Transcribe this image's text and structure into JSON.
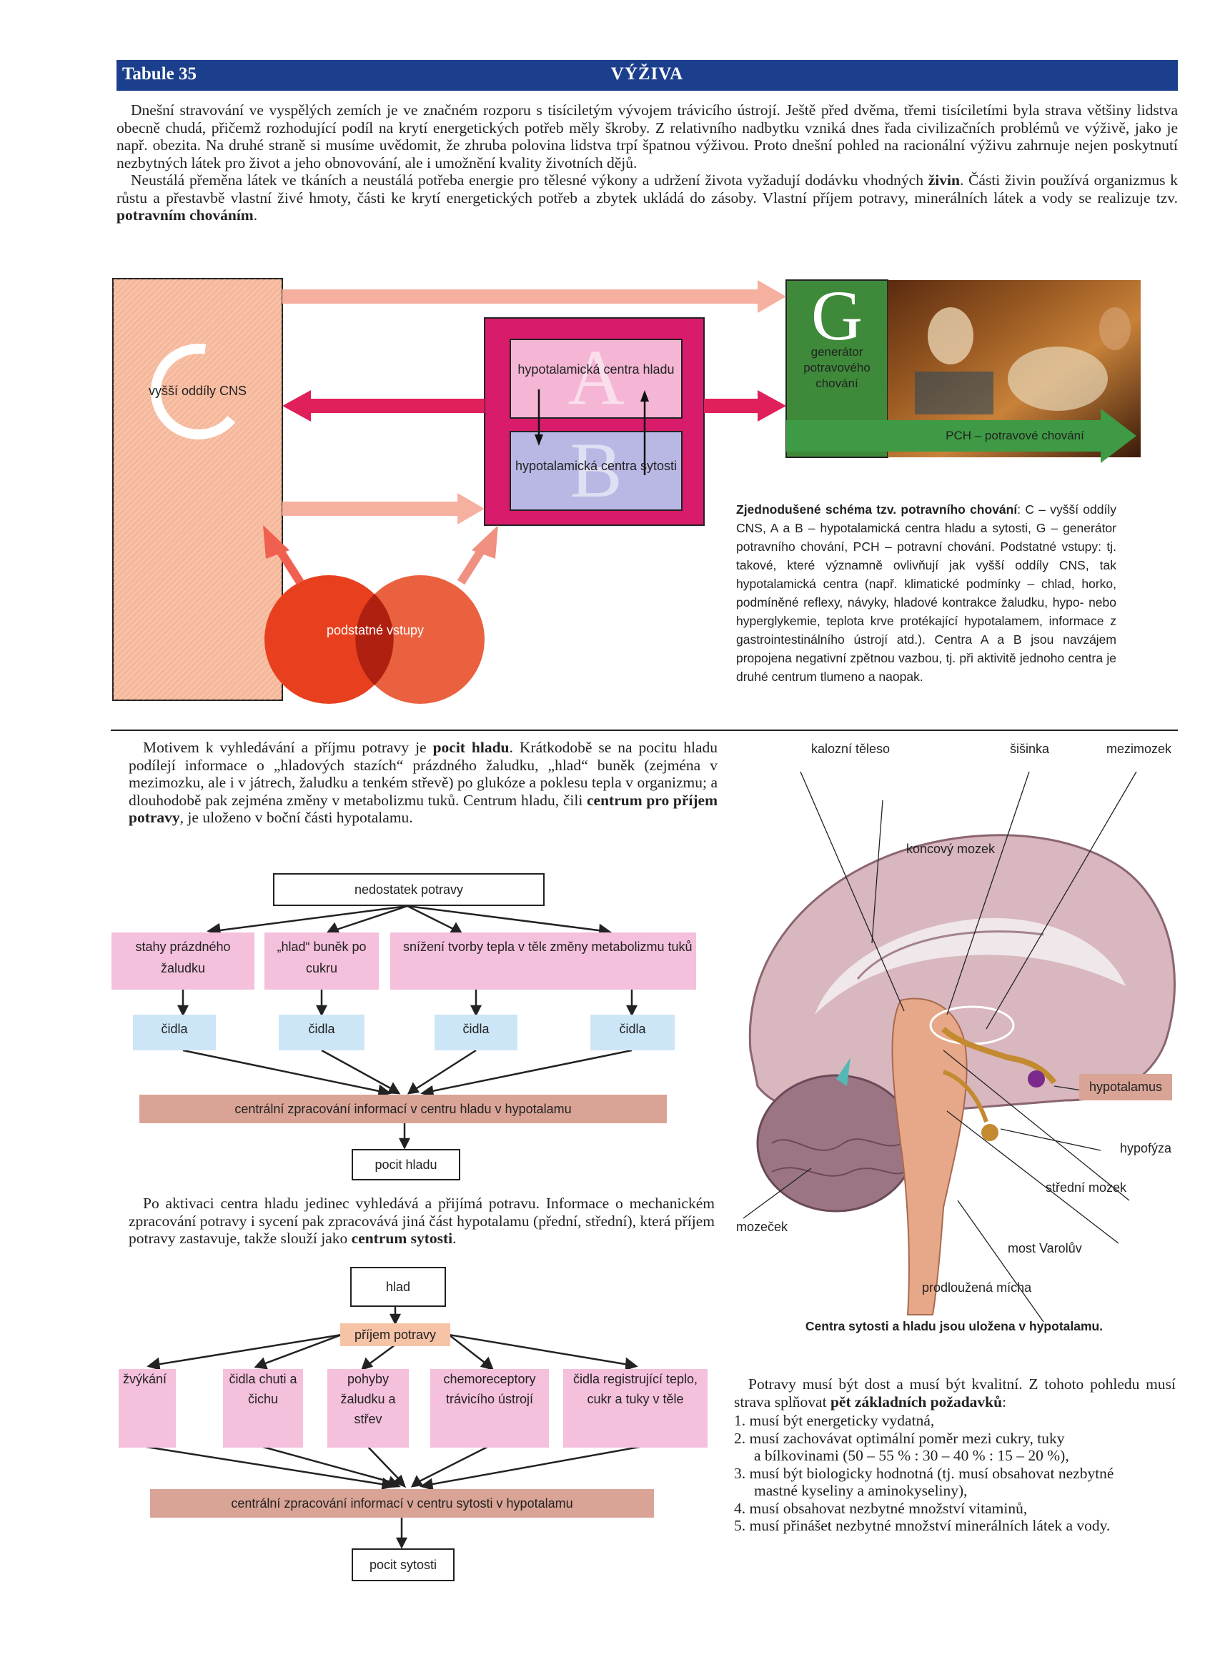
{
  "header": {
    "tab": "Tabule 35",
    "title": "VÝŽIVA"
  },
  "intro": {
    "p1": "Dnešní stravování ve vyspělých zemích je ve značném rozporu s tisíciletým vývojem trávicího ústrojí. Ještě před dvěma, třemi tisíciletími byla strava většiny lidstva obecně chudá, přičemž rozhodující podíl na krytí energetických potřeb měly škroby. Z relativního nadbytku vzniká dnes řada civilizačních problémů ve výživě, jako je např. obezita. Na druhé straně si musíme uvědomit, že zhruba polovina lidstva trpí špatnou výživou. Proto dnešní pohled na racionální výživu zahrnuje nejen poskytnutí nezbytných látek pro život a jeho obnovování, ale i umožnění kvality životních dějů.",
    "p2a": "Neustálá přeměna látek ve tkáních a neustálá potřeba energie pro tělesné výkony a udržení života vyžadují dodávku vhodných ",
    "p2b": "živin",
    "p2c": ". Části živin používá organizmus k růstu a přestavbě vlastní živé hmoty, části ke krytí energetických potřeb a zbytek ukládá do zásoby. Vlastní příjem potravy, minerálních látek a vody se realizuje tzv. ",
    "p2d": "potravním chováním",
    "p2e": "."
  },
  "schema": {
    "c_letter": "C",
    "c_label": "vyšší oddíly CNS",
    "a_letter": "A",
    "a_label": "hypotalamická centra hladu",
    "b_letter": "B",
    "b_label": "hypotalamická centra sytosti",
    "g_letter": "G",
    "g_label": "generátor potravového chování",
    "pch_label": "PCH – potravové chování",
    "inputs_label": "podstatné vstupy",
    "caption_bold": "Zjednodušené schéma tzv. potravního chování",
    "caption_rest": ": C – vyšší oddíly CNS, A a B – hypotalamická centra hladu a sytosti, G – generátor potravního chování, PCH – potravní chování. Podstatné vstupy: tj. takové, které významně ovlivňují jak vyšší oddíly CNS, tak hypotalamická centra (např. klimatické podmínky – chlad, horko, podmíněné reflexy, návyky, hladové kontrakce žaludku, hypo- nebo hyperglykemie, teplota krve protékající hypotalamem, informace z gastrointestinálního ústrojí atd.). Centra A a B jsou navzájem propojena negativní zpětnou vazbou, tj. při aktivitě jednoho centra je druhé centrum tlumeno a naopak."
  },
  "hunger_text": {
    "a": "Motivem k vyhledávání a příjmu potravy je ",
    "b": "pocit hladu",
    "c": ". Krátkodobě se na pocitu hladu podílejí informace o „hladových stazích“ prázdného žaludku, „hlad“ buněk (zejména v mezimozku, ale i v játrech, žaludku a tenkém střevě) po glukóze a poklesu tepla v organizmu; a dlouhodobě pak zejména změny v metabolizmu tuků. Centrum hladu, čili ",
    "d": "centrum pro příjem potravy",
    "e": ", je uloženo v boční části hypotalamu."
  },
  "hunger_flow": {
    "top": "nedostatek potravy",
    "causes": [
      "stahy prázdného žaludku",
      "„hlad“ buněk po cukru",
      "snížení tvorby tepla v těle",
      "změny metabolizmu tuků"
    ],
    "sensor": "čidla",
    "center": "centrální zpracování informací v centru hladu v hypotalamu",
    "result": "pocit hladu"
  },
  "satiety_text": {
    "a": "Po aktivaci centra hladu jedinec vyhledává a přijímá potravu. Informace o mechanickém zpracování potravy i sycení pak zpracovává jiná část hypotalamu (přední, střední), která příjem potravy zastavuje, takže slouží jako ",
    "b": "centrum sytosti",
    "c": "."
  },
  "satiety_flow": {
    "top": "hlad",
    "mid": "příjem potravy",
    "items": [
      "žvýkání",
      "čidla chuti a čichu",
      "pohyby žaludku a střev",
      "chemoreceptory trávicího ústrojí",
      "čidla registrující teplo, cukr a tuky v těle"
    ],
    "center": "centrální zpracování informací v centru sytosti v hypotalamu",
    "result": "pocit sytosti"
  },
  "brain": {
    "labels": {
      "corpus": "kalozní těleso",
      "pineal": "šišinka",
      "diencephalon": "mezimozek",
      "telencephalon": "koncový mozek",
      "hypothalamus": "hypotalamus",
      "pituitary": "hypofýza",
      "midbrain": "střední mozek",
      "cerebellum": "mozeček",
      "pons": "most Varolův",
      "medulla": "prodloužená mícha"
    },
    "caption": "Centra sytosti a hladu jsou uložena v hypotalamu."
  },
  "requirements": {
    "intro_a": "Potravy musí být dost a musí být kvalitní. Z tohoto pohledu musí strava splňovat ",
    "intro_b": "pět základních požadavků",
    "intro_c": ":",
    "items": [
      "1. musí být energeticky vydatná,",
      "2. musí zachovávat optimální poměr mezi cukry, tuky",
      "a bílkovinami (50 – 55 % : 30 – 40 % : 15 – 20 %),",
      "3. musí být biologicky hodnotná (tj. musí obsahovat nezbytné",
      "mastné kyseliny a aminokyseliny),",
      "4. musí obsahovat nezbytné množství vitaminů,",
      "5. musí přinášet nezbytné množství minerálních látek a vody."
    ]
  }
}
